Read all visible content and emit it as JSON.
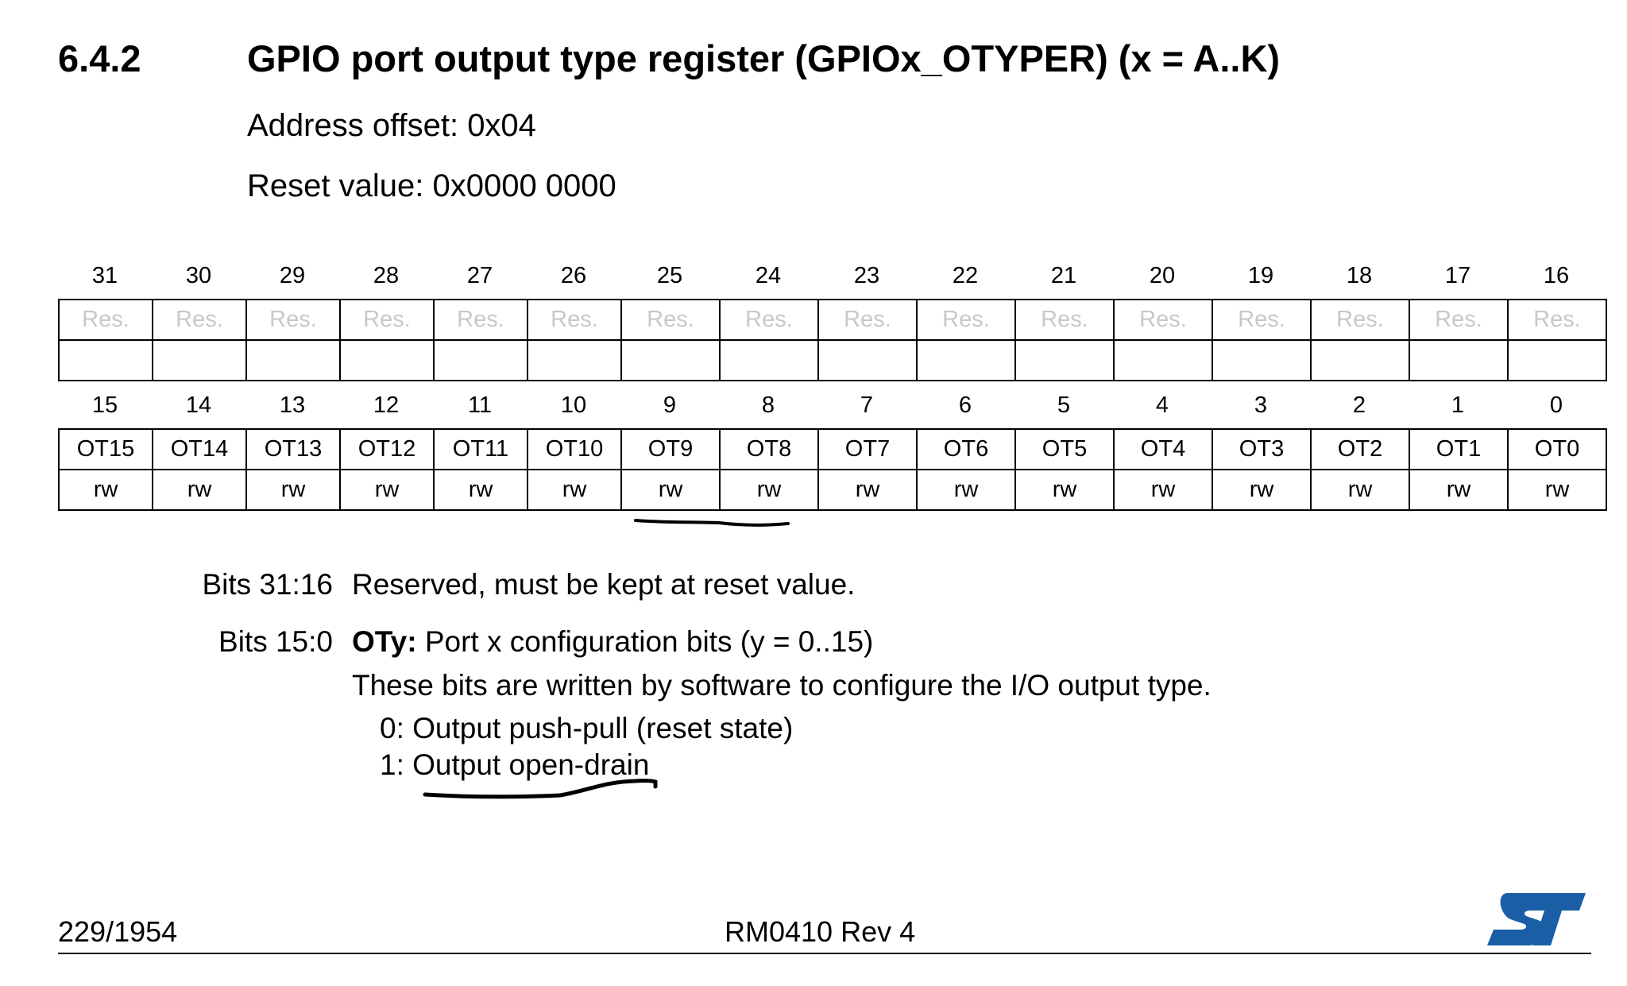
{
  "section": {
    "number": "6.4.2",
    "title": "GPIO port output type register (GPIOx_OTYPER) (x = A..K)",
    "address_offset": "Address offset: 0x04",
    "reset_value": "Reset value: 0x0000 0000"
  },
  "register": {
    "high_bits": [
      "31",
      "30",
      "29",
      "28",
      "27",
      "26",
      "25",
      "24",
      "23",
      "22",
      "21",
      "20",
      "19",
      "18",
      "17",
      "16"
    ],
    "high_fields": [
      "Res.",
      "Res.",
      "Res.",
      "Res.",
      "Res.",
      "Res.",
      "Res.",
      "Res.",
      "Res.",
      "Res.",
      "Res.",
      "Res.",
      "Res.",
      "Res.",
      "Res.",
      "Res."
    ],
    "low_bits": [
      "15",
      "14",
      "13",
      "12",
      "11",
      "10",
      "9",
      "8",
      "7",
      "6",
      "5",
      "4",
      "3",
      "2",
      "1",
      "0"
    ],
    "low_fields": [
      "OT15",
      "OT14",
      "OT13",
      "OT12",
      "OT11",
      "OT10",
      "OT9",
      "OT8",
      "OT7",
      "OT6",
      "OT5",
      "OT4",
      "OT3",
      "OT2",
      "OT1",
      "OT0"
    ],
    "low_access": [
      "rw",
      "rw",
      "rw",
      "rw",
      "rw",
      "rw",
      "rw",
      "rw",
      "rw",
      "rw",
      "rw",
      "rw",
      "rw",
      "rw",
      "rw",
      "rw"
    ]
  },
  "description": {
    "bits_31_16_label": "Bits 31:16",
    "bits_31_16_text": "Reserved, must be kept at reset value.",
    "bits_15_0_label": "Bits 15:0",
    "bits_15_0_name": "OTy:",
    "bits_15_0_text": " Port x configuration bits (y = 0..15)",
    "bits_15_0_detail": "These bits are written by software to configure the I/O output type.",
    "option_0": "0: Output push-pull (reset state)",
    "option_1": "1: Output open-drain"
  },
  "footer": {
    "page": "229/1954",
    "doc_ref": "RM0410 Rev 4",
    "logo_text": "ST"
  }
}
